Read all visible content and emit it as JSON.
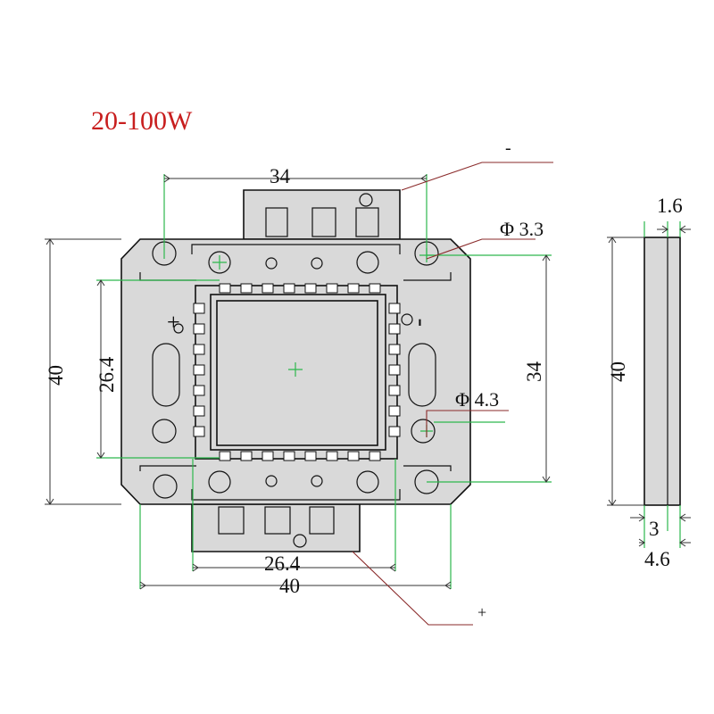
{
  "title": "20-100W",
  "colors": {
    "title": "#c81e1e",
    "body_fill": "#d9d9d9",
    "centerline": "#2db84d",
    "leader": "#8a2a2a",
    "outline": "#111111"
  },
  "front_view": {
    "top_width": "34",
    "left_height": "40",
    "inner_height": "26.4",
    "right_height": "34",
    "bottom_inner_width": "26.4",
    "bottom_width": "40",
    "hole_small": "Φ 3.3",
    "hole_large": "Φ 4.3",
    "minus_terminal": "-",
    "plus_terminal": "+",
    "body_plus": "+",
    "body_minus": "-"
  },
  "side_view": {
    "top_thickness": "1.6",
    "height": "40",
    "bottom_thickness": "3",
    "overall_thickness": "4.6"
  }
}
